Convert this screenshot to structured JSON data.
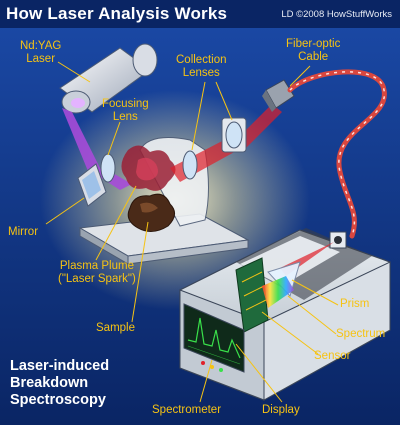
{
  "header": {
    "title": "How Laser Analysis Works",
    "credit": "LD ©2008 HowStuffWorks"
  },
  "labels": {
    "laser_line1": "Nd:YAG",
    "laser_line2": "Laser",
    "collection_line1": "Collection",
    "collection_line2": "Lenses",
    "fiber_line1": "Fiber-optic",
    "fiber_line2": "Cable",
    "focusing_line1": "Focusing",
    "focusing_line2": "Lens",
    "mirror": "Mirror",
    "plasma_line1": "Plasma Plume",
    "plasma_line2": "(\"Laser Spark\")",
    "sample": "Sample",
    "prism": "Prism",
    "spectrum": "Spectrum",
    "sensor": "Sensor",
    "spectrometer": "Spectrometer",
    "display": "Display"
  },
  "caption": {
    "line1": "Laser-induced",
    "line2": "Breakdown",
    "line3": "Spectroscopy"
  },
  "colors": {
    "background": "#0d2f7a",
    "label": "#f6c313",
    "laser_beam": "#a64bd8",
    "collected_light": "#e0202a",
    "cable": "#d9473f"
  }
}
